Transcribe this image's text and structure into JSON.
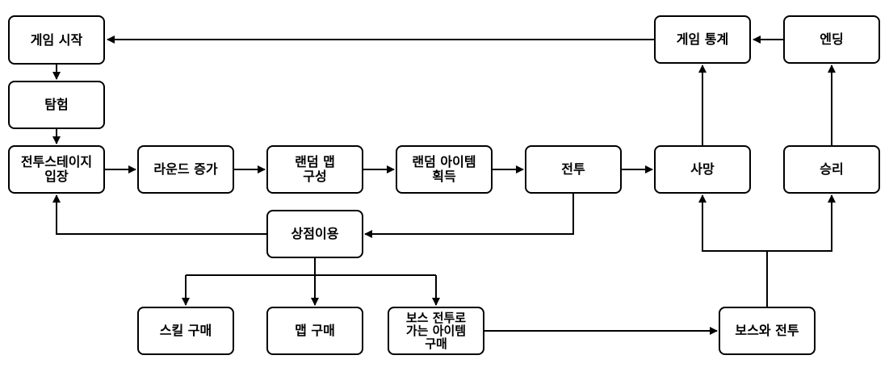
{
  "nodes": {
    "game_start": "게임 시작",
    "explore": "탐험",
    "battle_stage_enter": "전투스테이지\n입장",
    "round_increase": "라운드 증가",
    "random_map": "랜덤 맵\n구성",
    "random_item": "랜덤 아이템\n획득",
    "battle": "전투",
    "death": "사망",
    "victory": "승리",
    "game_stats": "게임 통계",
    "ending": "엔딩",
    "shop_use": "상점이용",
    "skill_buy": "스킬 구매",
    "map_buy": "맵 구매",
    "boss_item_buy": "보스 전투로\n가는 아이템\n구매",
    "boss_battle": "보스와 전투"
  },
  "colors": {
    "stroke": "#000000",
    "fill": "#ffffff"
  }
}
